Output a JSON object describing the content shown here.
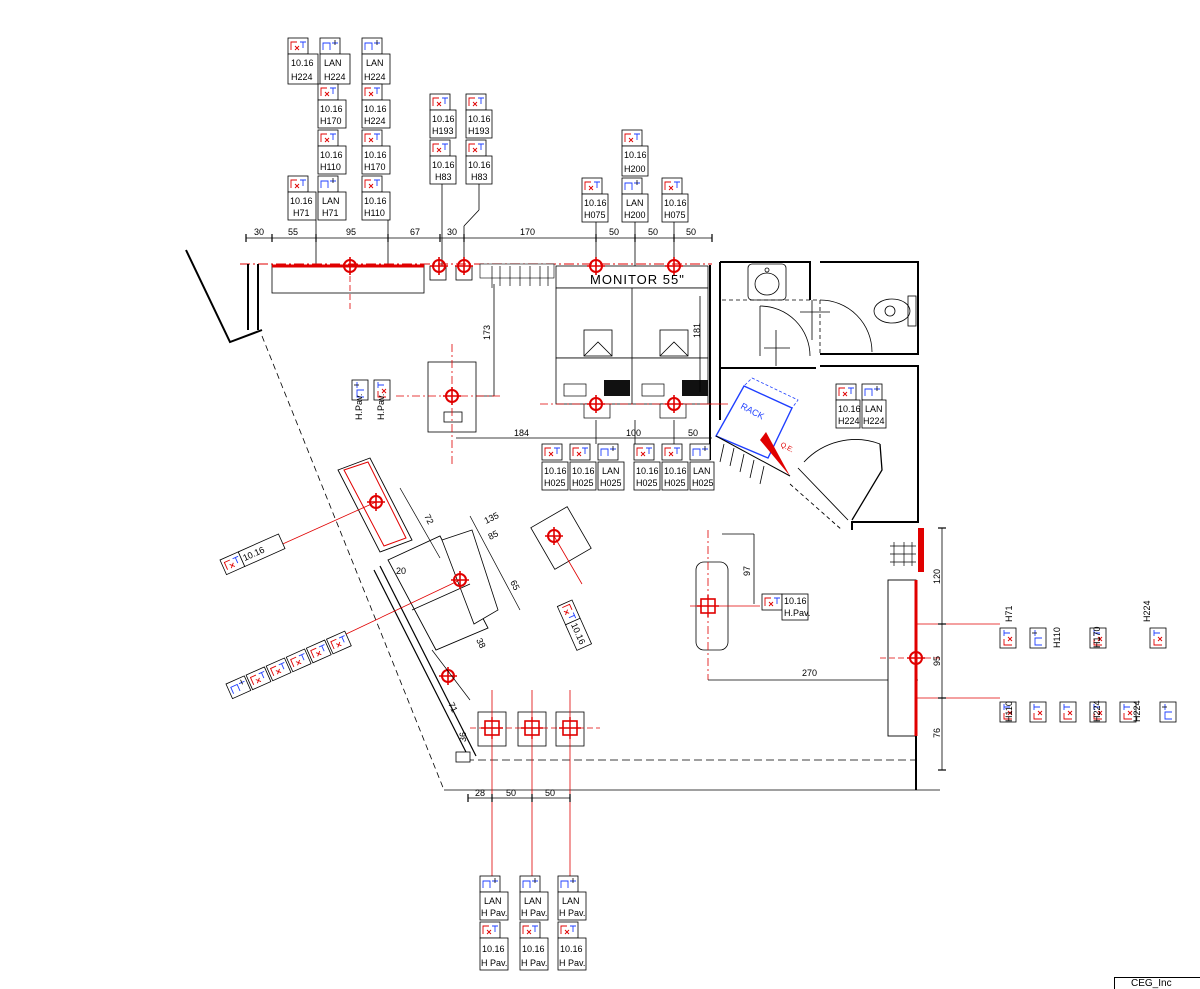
{
  "labels": {
    "lan": "LAN",
    "socket": "10.16",
    "h224": "H224",
    "h170": "H170",
    "h110": "H110",
    "h71": "H71",
    "h193": "H193",
    "h83": "H83",
    "h200": "H200",
    "h075": "H075",
    "h025": "H025",
    "hpav": "H Pav.",
    "hpav_short": "H.Pav.",
    "monitor": "MONITOR 55\"",
    "rack": "RACK",
    "de": "Q.E."
  },
  "dimensions": {
    "top": [
      "30",
      "55",
      "95",
      "67",
      "30",
      "170",
      "50",
      "50",
      "50"
    ],
    "v173": "173",
    "v181": "181",
    "h184": "184",
    "h100": "100",
    "h50": "50",
    "d72": "72",
    "d20": "20",
    "d135": "135",
    "d85": "85",
    "d65": "65",
    "d38": "38",
    "d71": "71",
    "d36": "36",
    "v97": "97",
    "h270": "270",
    "v120": "120",
    "v95": "95",
    "v76": "76",
    "bottom": [
      "28",
      "50",
      "50"
    ]
  },
  "corner_label": "CEG_Inc"
}
